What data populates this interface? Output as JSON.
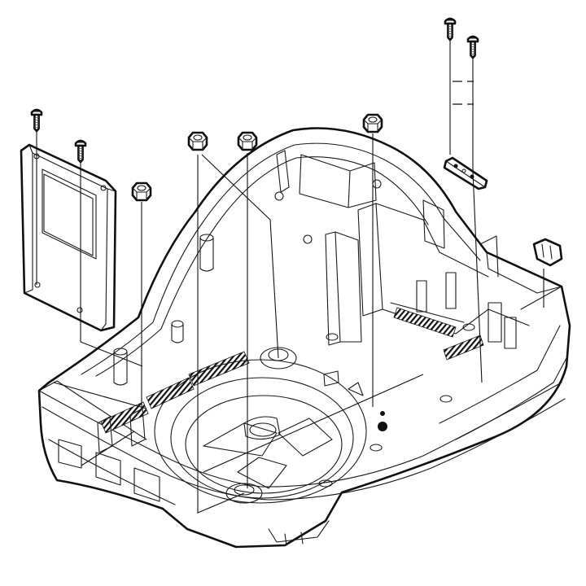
{
  "diagram": {
    "type": "exploded-assembly-view",
    "colors": {
      "stroke": "#111111",
      "fill": "#ffffff",
      "hatch": "#111111"
    },
    "parts": [
      {
        "id": "housing",
        "icon": "base-housing-icon"
      },
      {
        "id": "cover-plate",
        "icon": "cover-plate-icon"
      },
      {
        "id": "screw",
        "icon": "screw-icon",
        "count": 4
      },
      {
        "id": "hex-nut",
        "icon": "hex-nut-icon",
        "count": 4
      },
      {
        "id": "bracket",
        "icon": "bracket-icon"
      },
      {
        "id": "clip",
        "icon": "clip-icon"
      }
    ]
  }
}
